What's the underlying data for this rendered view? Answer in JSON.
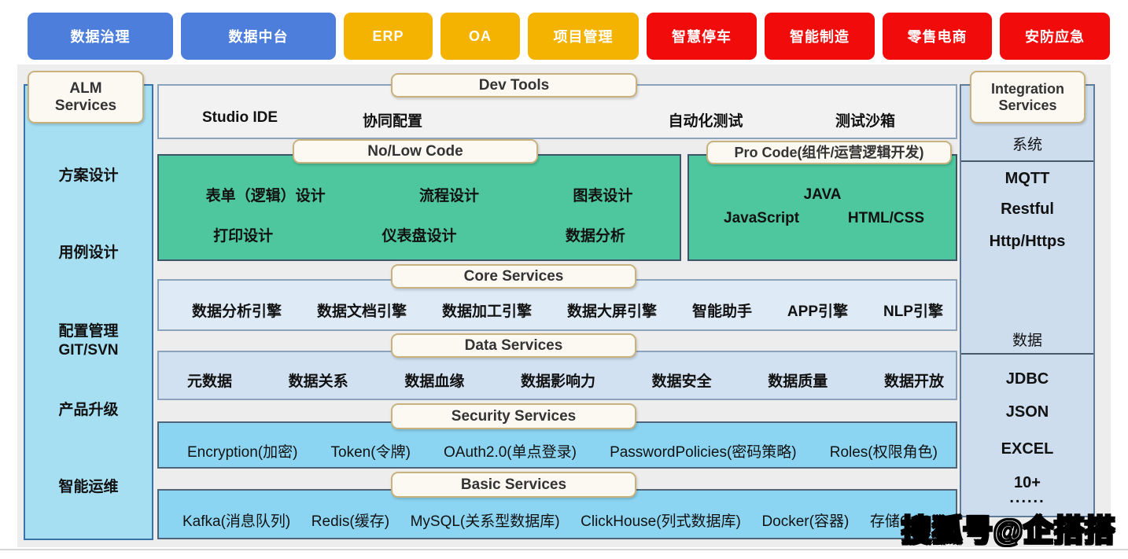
{
  "top_tags": [
    {
      "label": "数据治理",
      "color": "#4D7EDB"
    },
    {
      "label": "数据中台",
      "color": "#4D7EDB"
    },
    {
      "label": "ERP",
      "color": "#F5B301"
    },
    {
      "label": "OA",
      "color": "#F5B301"
    },
    {
      "label": "项目管理",
      "color": "#F5B301"
    },
    {
      "label": "智慧停车",
      "color": "#F20B0B"
    },
    {
      "label": "智能制造",
      "color": "#F20B0B"
    },
    {
      "label": "零售电商",
      "color": "#F20B0B"
    },
    {
      "label": "安防应急",
      "color": "#F20B0B"
    }
  ],
  "left_sidebar": {
    "title_line1": "ALM",
    "title_line2": "Services",
    "items": [
      "方案设计",
      "用例设计",
      "配置管理\nGIT/SVN",
      "产品升级",
      "智能运维"
    ]
  },
  "rows": {
    "dev_tools": {
      "title": "Dev Tools",
      "items": [
        "Studio IDE",
        "协同配置",
        "自动化测试",
        "测试沙箱"
      ]
    },
    "no_low_code": {
      "title": "No/Low Code",
      "row1": [
        "表单（逻辑）设计",
        "流程设计",
        "图表设计"
      ],
      "row2": [
        "打印设计",
        "仪表盘设计",
        "数据分析"
      ]
    },
    "pro_code": {
      "title": "Pro Code(组件/运营逻辑开发)",
      "row1": [
        "JAVA"
      ],
      "row2": [
        "JavaScript",
        "HTML/CSS"
      ]
    },
    "core_services": {
      "title": "Core Services",
      "items": [
        "数据分析引擎",
        "数据文档引擎",
        "数据加工引擎",
        "数据大屏引擎",
        "智能助手",
        "APP引擎",
        "NLP引擎"
      ]
    },
    "data_services": {
      "title": "Data Services",
      "items": [
        "元数据",
        "数据关系",
        "数据血缘",
        "数据影响力",
        "数据安全",
        "数据质量",
        "数据开放"
      ]
    },
    "security_services": {
      "title": "Security Services",
      "items": [
        "Encryption(加密)",
        "Token(令牌)",
        "OAuth2.0(单点登录)",
        "PasswordPolicies(密码策略)",
        "Roles(权限角色)"
      ]
    },
    "basic_services": {
      "title": "Basic Services",
      "items": [
        "Kafka(消息队列)",
        "Redis(缓存)",
        "MySQL(关系型数据库)",
        "ClickHouse(列式数据库)",
        "Docker(容器)",
        "存储OSS"
      ]
    }
  },
  "right_sidebar": {
    "title_line1": "Integration",
    "title_line2": "Services",
    "section_system_label": "系统",
    "system_items": [
      "MQTT",
      "Restful",
      "Http/Https"
    ],
    "section_data_label": "数据",
    "data_items": [
      "JDBC",
      "JSON",
      "EXCEL",
      "10+",
      "......"
    ]
  },
  "watermark": "搜狐号@企搭搭",
  "colors": {
    "tag_blue": "#4D7EDB",
    "tag_yellow": "#F5B301",
    "tag_red": "#F20B0B",
    "left_sidebar_bg": "#A6DFF2",
    "green_block_bg": "#4EC79E",
    "core_row_bg": "#DEEAF6",
    "data_row_bg": "#D2E1F1",
    "cyan_row_bg": "#8BD5F2",
    "right_sidebar_bg": "#CEDDEE",
    "title_box_border": "#C9B27E",
    "panel_bg": "#EDEDED"
  }
}
